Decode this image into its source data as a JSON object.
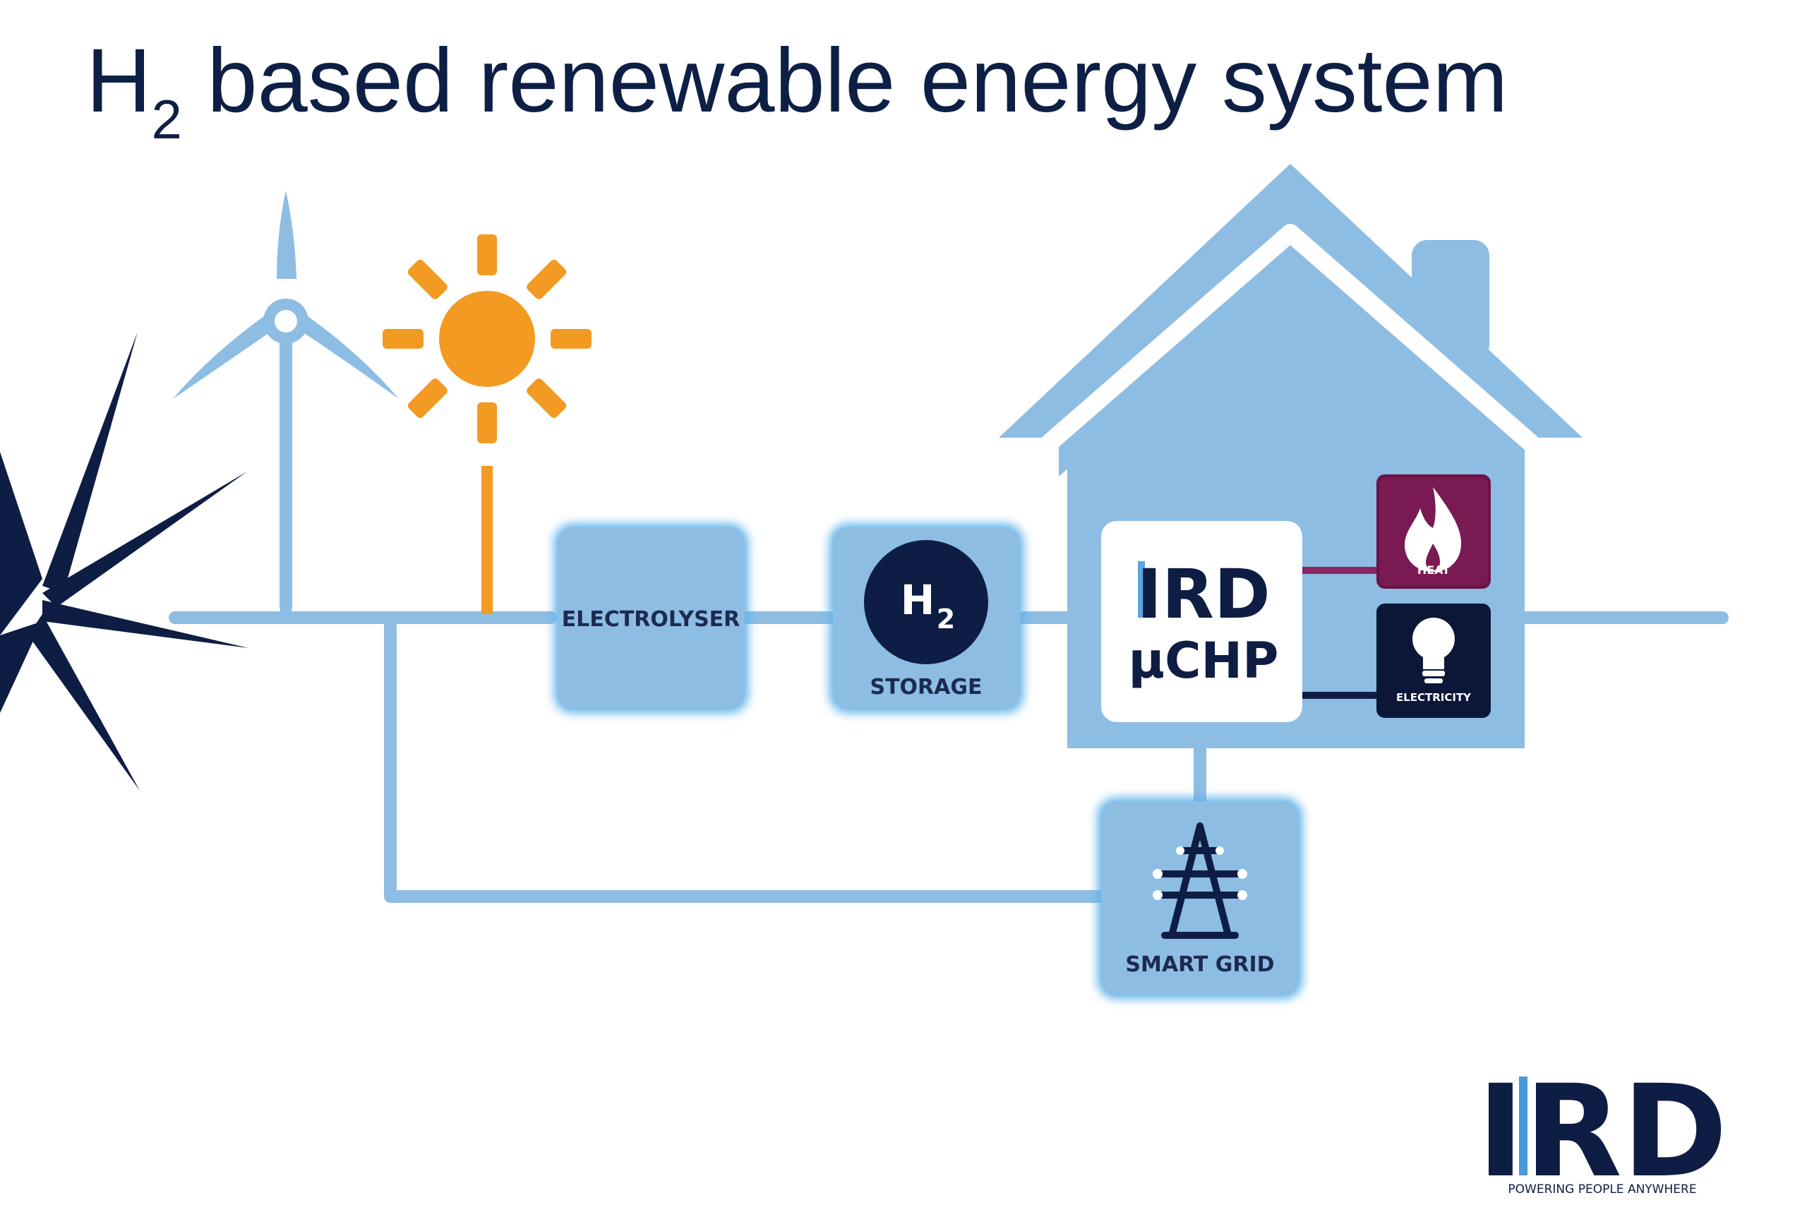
{
  "title": {
    "main": "H",
    "subscript": "2",
    "rest": " based renewable energy system"
  },
  "nodes": {
    "electrolyser": "ELECTROLYSER",
    "storage_symbol_main": "H",
    "storage_symbol_sub": "2",
    "storage": "STORAGE",
    "chp_logo": "IRD",
    "chp_name": "µCHP",
    "heat": "HEAT",
    "electricity": "ELECTRICITY",
    "smart_grid": "SMART GRID"
  },
  "logo": {
    "name": "IRD",
    "tagline": "POWERING PEOPLE ANYWHERE"
  },
  "colors": {
    "title": "#0d1f44",
    "line": "#8dbde3",
    "box_fill": "#8dbde3",
    "box_glow": "#5fb3ea",
    "sun": "#f39a22",
    "navy": "#0e1d44",
    "heat_tile": "#6b1247",
    "electricity_tile": "#0c1638"
  }
}
